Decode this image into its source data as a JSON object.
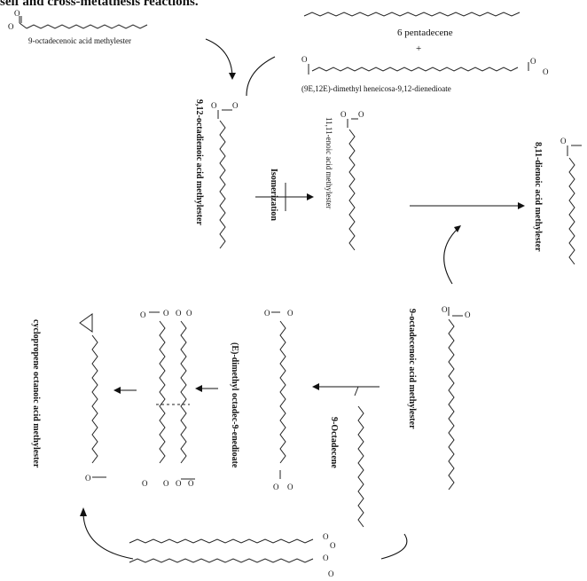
{
  "heading": "self and cross-metathesis reactions.",
  "compounds": {
    "c1": "9-octadecenoic acid methylester",
    "c2a": "6 pentadecene",
    "plus": "+",
    "c2b": "(9E,12E)-dimethyl heneicosa-9,12-dienedioate",
    "c3": "9,12-octadienoic acid methylester",
    "c4": "11,11-enoic acid methylester",
    "c5": "8,11-dienoic acid methylester",
    "c6": "9-octadecenoic acid methylester",
    "c7": "9-Octadecene",
    "c8": "(E)-dimethyl octadec-9-enedioate",
    "c9": "cyclopropene octanoic acid methylester"
  },
  "reactions": {
    "isomerization": "Isomerization"
  },
  "atoms": {
    "o": "O"
  }
}
